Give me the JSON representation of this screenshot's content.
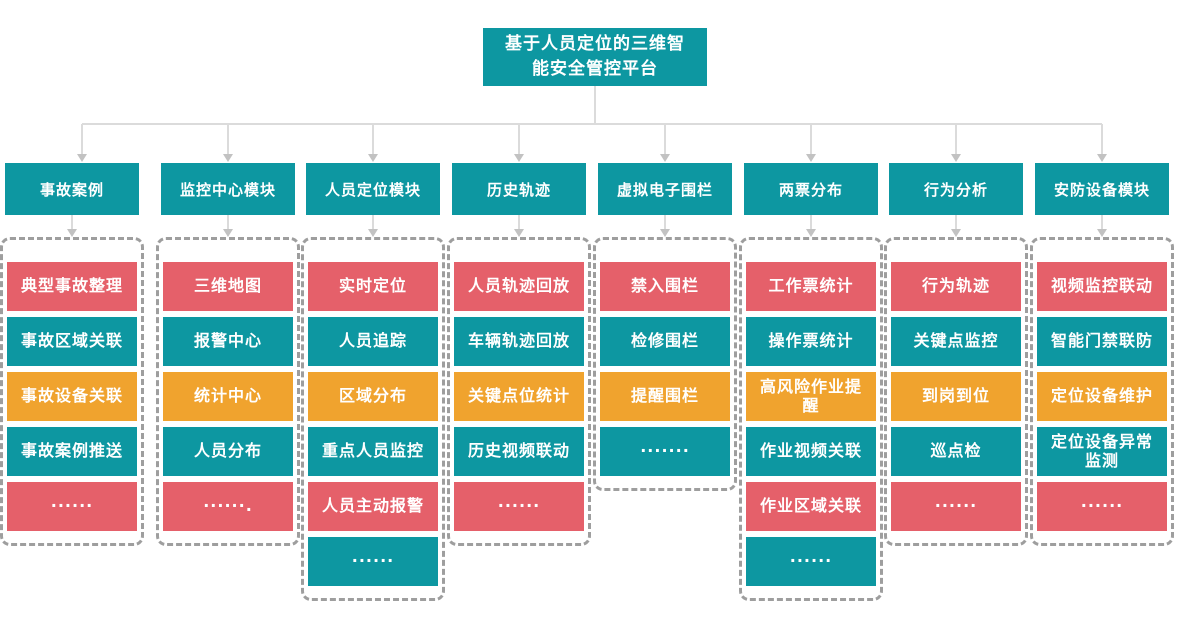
{
  "palette": {
    "teal": "#0D97A1",
    "red": "#E5606A",
    "orange": "#F0A32E",
    "connector_line": "#DBDBDB",
    "connector_arrow": "#C2C2C2",
    "dashed_border": "#9E9E9E",
    "text": "#FFFFFF",
    "background": "#FFFFFF"
  },
  "root": {
    "title_line1": "基于人员定位的三维智",
    "title_line2": "能安全管控平台"
  },
  "modules": [
    {
      "title": "监控中心模块",
      "items": [
        {
          "label": "三维地图",
          "variant": "red"
        },
        {
          "label": "报警中心",
          "variant": "teal"
        },
        {
          "label": "统计中心",
          "variant": "orange"
        },
        {
          "label": "人员分布",
          "variant": "teal"
        },
        {
          "label": "······.",
          "variant": "red"
        }
      ]
    },
    {
      "title": "人员定位模块",
      "items": [
        {
          "label": "实时定位",
          "variant": "red"
        },
        {
          "label": "人员追踪",
          "variant": "teal"
        },
        {
          "label": "区域分布",
          "variant": "orange"
        },
        {
          "label": "重点人员监控",
          "variant": "teal"
        },
        {
          "label": "人员主动报警",
          "variant": "red"
        },
        {
          "label": "······",
          "variant": "teal"
        }
      ]
    },
    {
      "title": "历史轨迹",
      "items": [
        {
          "label": "人员轨迹回放",
          "variant": "red"
        },
        {
          "label": "车辆轨迹回放",
          "variant": "teal"
        },
        {
          "label": "关键点位统计",
          "variant": "orange"
        },
        {
          "label": "历史视频联动",
          "variant": "teal"
        },
        {
          "label": "······",
          "variant": "red"
        }
      ]
    },
    {
      "title": "虚拟电子围栏",
      "items": [
        {
          "label": "禁入围栏",
          "variant": "red"
        },
        {
          "label": "检修围栏",
          "variant": "teal"
        },
        {
          "label": "提醒围栏",
          "variant": "orange"
        },
        {
          "label": "·······",
          "variant": "teal"
        }
      ]
    },
    {
      "title": "两票分布",
      "items": [
        {
          "label": "工作票统计",
          "variant": "red"
        },
        {
          "label": "操作票统计",
          "variant": "teal"
        },
        {
          "label": "高风险作业提\n醒",
          "variant": "orange"
        },
        {
          "label": "作业视频关联",
          "variant": "teal"
        },
        {
          "label": "作业区域关联",
          "variant": "red"
        },
        {
          "label": "······",
          "variant": "teal"
        }
      ]
    },
    {
      "title": "行为分析",
      "items": [
        {
          "label": "行为轨迹",
          "variant": "red"
        },
        {
          "label": "关键点监控",
          "variant": "teal"
        },
        {
          "label": "到岗到位",
          "variant": "orange"
        },
        {
          "label": "巡点检",
          "variant": "teal"
        },
        {
          "label": "······",
          "variant": "red"
        }
      ]
    },
    {
      "title": "安防设备模块",
      "items": [
        {
          "label": "视频监控联动",
          "variant": "red"
        },
        {
          "label": "智能门禁联防",
          "variant": "teal"
        },
        {
          "label": "定位设备维护",
          "variant": "orange"
        },
        {
          "label": "定位设备异常\n监测",
          "variant": "teal"
        },
        {
          "label": "······",
          "variant": "red"
        }
      ]
    },
    {
      "title": "事故案例",
      "items": [
        {
          "label": "典型事故整理",
          "variant": "red"
        },
        {
          "label": "事故区域关联",
          "variant": "teal"
        },
        {
          "label": "事故设备关联",
          "variant": "orange"
        },
        {
          "label": "事故案例推送",
          "variant": "teal"
        },
        {
          "label": "······",
          "variant": "red"
        }
      ]
    }
  ]
}
